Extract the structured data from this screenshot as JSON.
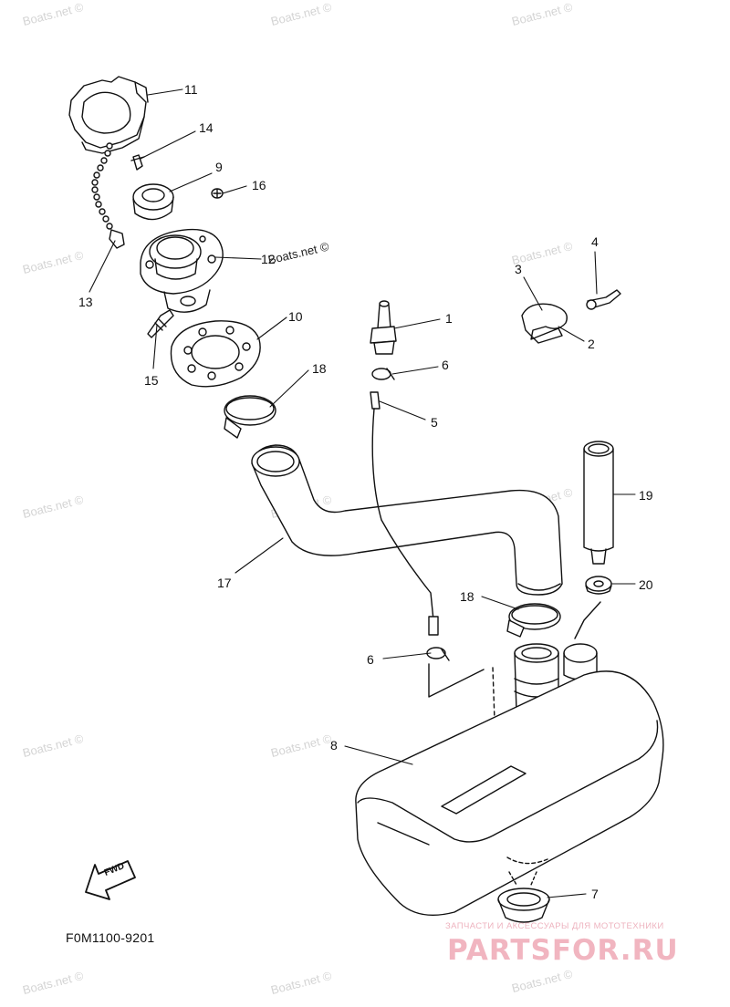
{
  "diagram": {
    "code": "F0M1100-9201",
    "site_label": "Boats.net ©",
    "fwd_label": "FWD",
    "watermark": "Boats.net ©",
    "callouts": {
      "c1": "1",
      "c2": "2",
      "c3": "3",
      "c4": "4",
      "c5": "5",
      "c6a": "6",
      "c6b": "6",
      "c7": "7",
      "c8": "8",
      "c9": "9",
      "c10": "10",
      "c11": "11",
      "c12": "12",
      "c13": "13",
      "c14": "14",
      "c15": "15",
      "c16": "16",
      "c17": "17",
      "c18a": "18",
      "c18b": "18",
      "c19": "19",
      "c20": "20"
    }
  },
  "shop": {
    "tagline": "ЗАПЧАСТИ И АКСЕССУАРЫ ДЛЯ МОТОТЕХНИКИ",
    "brand": "PARTSFOR.RU"
  },
  "colors": {
    "line": "#111111",
    "watermark": "#d4d4d4",
    "brand": "#e77a8e"
  }
}
